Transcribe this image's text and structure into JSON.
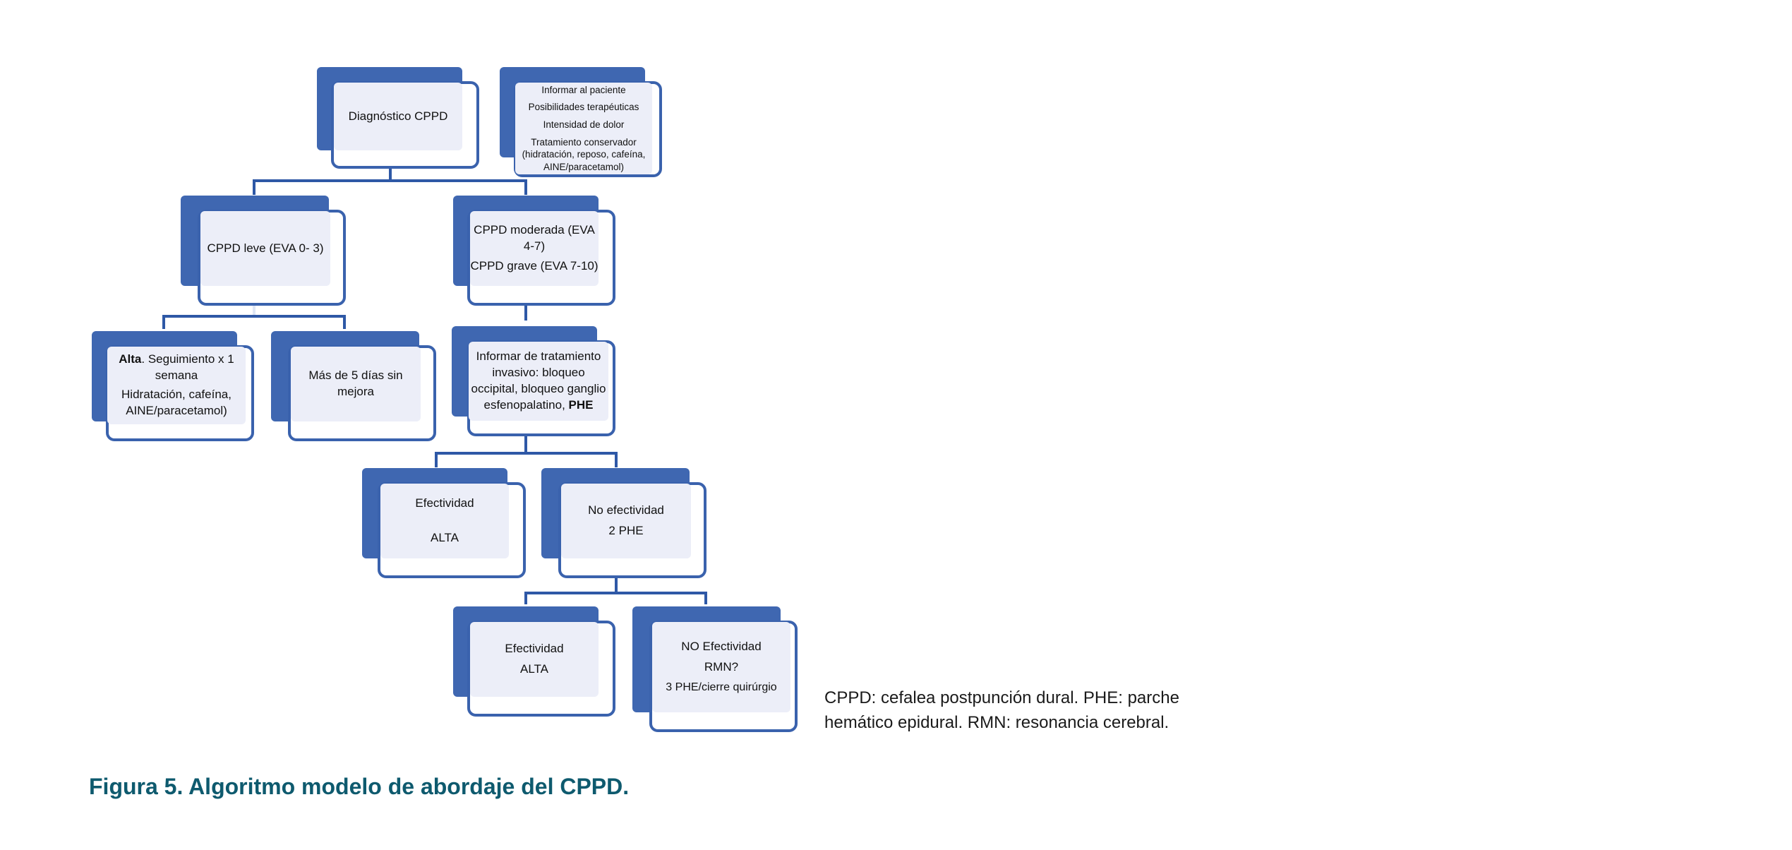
{
  "nodes": {
    "diagnostico": {
      "lines": [
        "Diagnóstico CPPD"
      ]
    },
    "informar_paciente": {
      "lines": [
        "Informar al paciente",
        "Posibilidades terapéuticas",
        "Intensidad de dolor",
        "Tratamiento conservador (hidratación, reposo, cafeína, AINE/paracetamol)"
      ]
    },
    "leve": {
      "lines": [
        "CPPD leve (EVA 0- 3)"
      ]
    },
    "moderada": {
      "lines": [
        "CPPD moderada (EVA 4-7)",
        "CPPD grave (EVA 7-10)"
      ]
    },
    "alta_seguimiento": {
      "bold": "Alta",
      "rest": ". Seguimiento x 1 semana",
      "lines": [
        "Hidratación, cafeína, AINE/paracetamol)"
      ]
    },
    "mas_5_dias": {
      "lines": [
        "Más de 5 días sin mejora"
      ]
    },
    "invasivo": {
      "text": "Informar de tratamiento invasivo: bloqueo occipital, bloqueo ganglio esfenopalatino,",
      "bold": "PHE"
    },
    "efectividad_1": {
      "lines": [
        "Efectividad",
        "ALTA"
      ]
    },
    "no_efectividad": {
      "lines": [
        "No efectividad",
        "2 PHE"
      ]
    },
    "efectividad_2": {
      "lines": [
        "Efectividad",
        "ALTA"
      ]
    },
    "no_efectividad_2": {
      "lines": [
        "NO Efectividad",
        "RMN?",
        "3 PHE/cierre quirúrgio"
      ]
    }
  },
  "footnote": "CPPD: cefalea postpunción dural. PHE: parche hemático epidural. RMN: resonancia cerebral.",
  "caption": "Figura 5. Algoritmo modelo de abordaje del CPPD.",
  "colors": {
    "box_back": "#3f67b1",
    "box_border": "#3a62ad",
    "box_inner": "#eceef8",
    "connector": "#2e58a6",
    "caption": "#0e5a6e"
  }
}
